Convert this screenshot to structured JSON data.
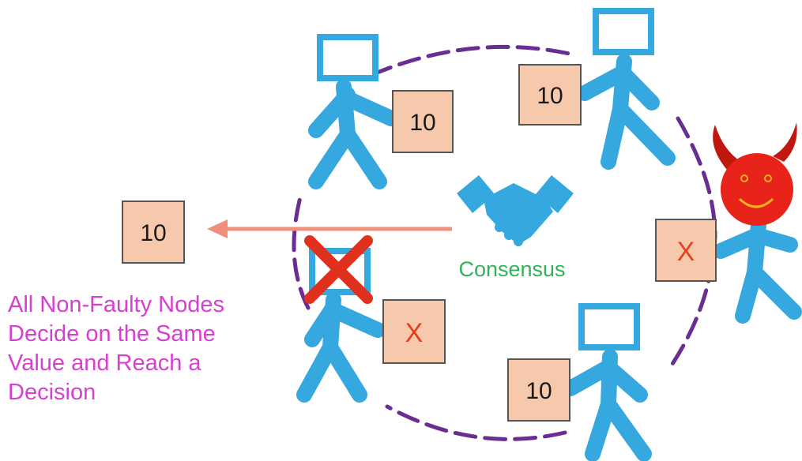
{
  "diagram": {
    "center_label": "Consensus",
    "result_value": "10",
    "node_values": {
      "top_left": "10",
      "top_right": "10",
      "bottom_right": "10",
      "faulty_crashed": "X",
      "faulty_malicious": "X"
    },
    "caption_lines": [
      "All Non-Faulty Nodes",
      "Decide on the Same",
      "Value and Reach a",
      "Decision"
    ],
    "colors": {
      "node_blue": "#35a8e0",
      "box_fill": "#f6c8ac",
      "circle_purple": "#6a2d91",
      "arrow_salmon": "#f0907a",
      "cross_red": "#e0301e",
      "devil_red": "#e8231a",
      "horn_red": "#c0180e",
      "consensus_green": "#2fb35a",
      "caption_magenta": "#d63fd0",
      "x_red": "#e8401c"
    }
  }
}
